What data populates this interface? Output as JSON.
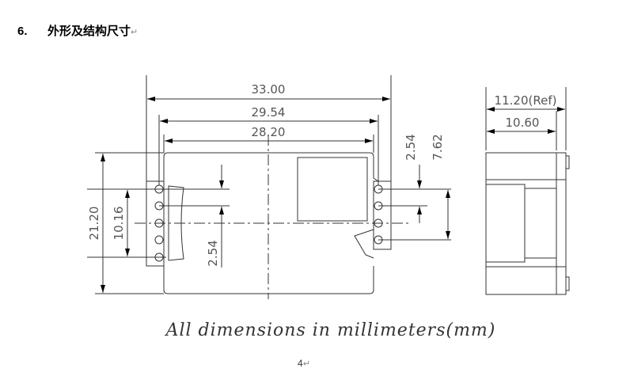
{
  "section": {
    "number": "6.",
    "title": "外形及结构尺寸",
    "para_mark": "↵"
  },
  "drawing": {
    "dims": {
      "overall_width": "33.00",
      "pin_span": "29.54",
      "body_width": "28.20",
      "height": "21.20",
      "left_pin_span": "10.16",
      "pin_pitch_left": "2.54",
      "pin_pitch_right": "2.54",
      "right_pin_span": "7.62",
      "side_ref": "11.20(Ref)",
      "side_depth": "10.60"
    },
    "caption": "All dimensions in millimeters(mm)"
  },
  "page": {
    "number": "4",
    "para_mark": "↵"
  }
}
